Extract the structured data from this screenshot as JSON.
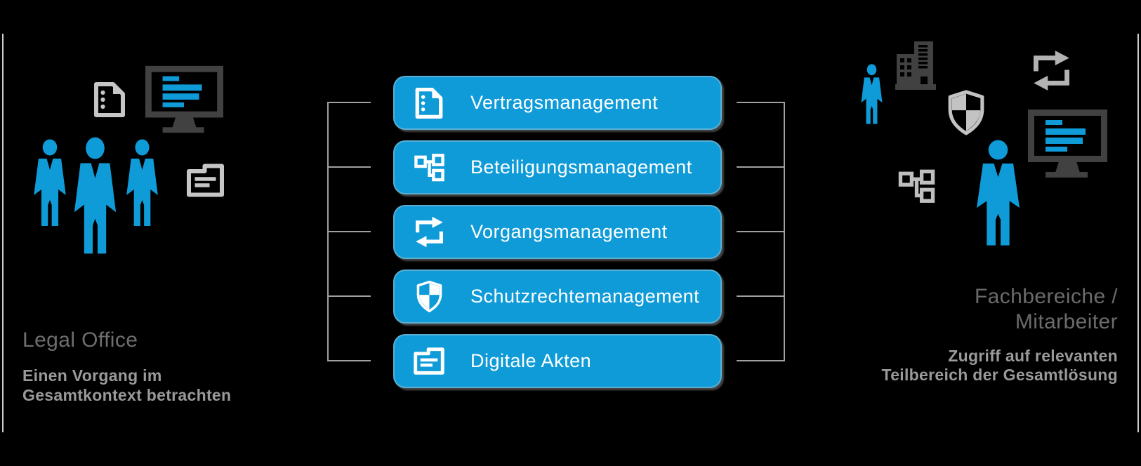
{
  "colors": {
    "background": "#000000",
    "accent_blue": "#0f9bd8",
    "dark_gray_icon": "#414141",
    "light_gray_icon": "#c6c6c6",
    "mid_gray_icon": "#bfbfbf",
    "connector_gray": "#a0a0a0",
    "edge_line_gray": "#cfcfcf",
    "title_gray": "#6e6e6e",
    "subtitle_gray": "#9a9a9a",
    "module_text": "#ffffff"
  },
  "left_group": {
    "title": "Legal Office",
    "subtitle": [
      "Einen Vorgang im",
      "Gesamtkontext betrachten"
    ],
    "icons": [
      "document-icon",
      "monitor-icon",
      "person-icon",
      "person-icon",
      "person-icon",
      "folder-icon"
    ]
  },
  "modules": [
    {
      "label": "Vertragsmanagement",
      "icon": "document-icon"
    },
    {
      "label": "Beteiligungsmanagement",
      "icon": "org-chart-icon"
    },
    {
      "label": "Vorgangsmanagement",
      "icon": "sync-arrows-icon"
    },
    {
      "label": "Schutzrechtemanagement",
      "icon": "shield-icon"
    },
    {
      "label": "Digitale Akten",
      "icon": "folder-icon"
    }
  ],
  "right_group": {
    "title": [
      "Fachbereiche /",
      "Mitarbeiter"
    ],
    "subtitle": [
      "Zugriff auf relevanten",
      "Teilbereich der Gesamtlösung"
    ],
    "icons": [
      "person-icon",
      "building-icon",
      "shield-icon",
      "sync-arrows-icon",
      "monitor-icon",
      "org-chart-icon",
      "person-icon"
    ]
  }
}
